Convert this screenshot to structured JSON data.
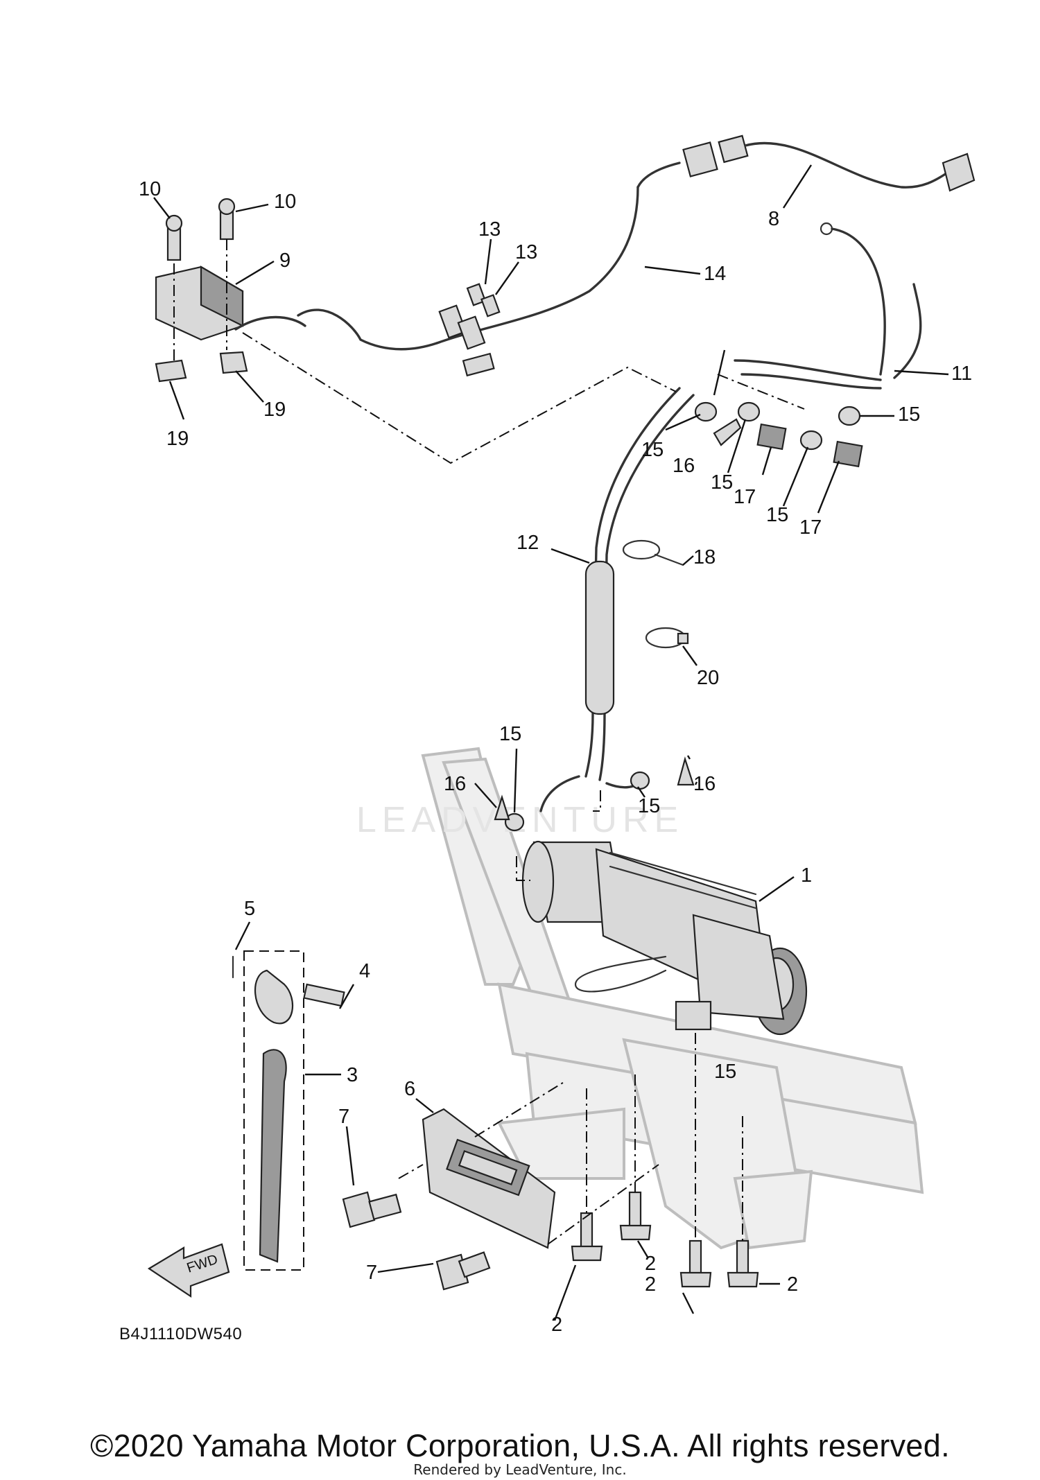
{
  "diagram": {
    "code": "B4J1110DW540",
    "fwd_label": "FWD",
    "watermark": "LEADVENTURE",
    "callouts": [
      "1",
      "2",
      "2",
      "2",
      "2",
      "3",
      "4",
      "5",
      "6",
      "7",
      "7",
      "8",
      "9",
      "10",
      "10",
      "11",
      "12",
      "13",
      "13",
      "14",
      "15",
      "15",
      "15",
      "15",
      "15",
      "15",
      "15",
      "16",
      "16",
      "16",
      "17",
      "17",
      "18",
      "19",
      "19",
      "20"
    ]
  },
  "footer": {
    "copyright": "©2020 Yamaha Motor Corporation, U.S.A. All rights reserved.",
    "rendered_by": "Rendered by LeadVenture, Inc."
  }
}
